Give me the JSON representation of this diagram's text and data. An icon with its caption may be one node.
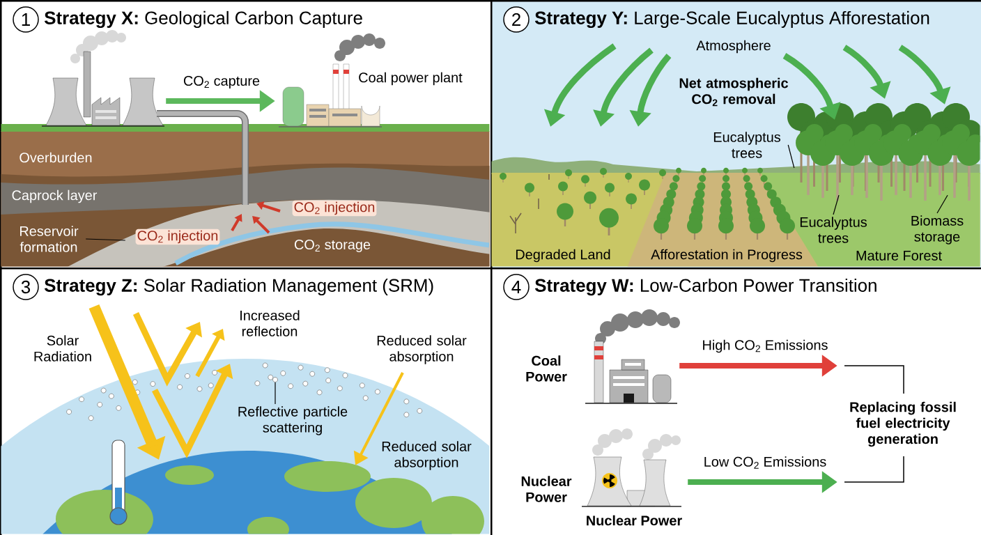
{
  "diagram": {
    "nodes": [
      {
        "text": [
          "1",
          "**Strategy X:** Geological Carbon Capture"
        ]
      },
      {
        "text": [],
        "shape": "picture",
        "in": 0
      },
      {
        "text": [],
        "shape": "picture",
        "in": 0,
        "beside": [
          "Coal power plant"
        ]
      },
      {
        "text": [
          "Reservoir formation"
        ],
        "in": 0
      },
      {
        "text": [
          "2",
          "**Strategy Y:** Large-Scale Eucalyptus Afforestation"
        ]
      },
      {
        "text": [
          "Eucalyptus trees"
        ],
        "in": 4
      },
      {
        "text": [
          "Eucalyptus trees"
        ],
        "in": 4
      },
      {
        "text": [
          "Biomass storage"
        ],
        "in": 4
      },
      {
        "text": [
          "3",
          "**Strategy Z:** Solar Radiation Management (SRM)"
        ]
      },
      {
        "text": [
          "Reflective particle scattering"
        ],
        "in": 8
      },
      {
        "text": [
          "4",
          "**Strategy W:** Low-Carbon Power Transition"
        ]
      },
      {
        "text": [],
        "shape": "picture",
        "in": 10,
        "beside": [
          "Coal Power"
        ]
      },
      {
        "text": [],
        "shape": "picture",
        "in": 10,
        "beside": [
          "Nuclear Power",
          "Nuclear Power"
        ]
      },
      {
        "text": [
          "Replacing fossil fuel electricity generation"
        ],
        "in": 10
      },
      {
        "text": [],
        "shape": "picture",
        "in": 0
      },
      {
        "text": [],
        "shape": "picture",
        "in": 4
      },
      {
        "text": [],
        "shape": "circle",
        "in": 8
      }
    ],
    "edges": [
      {
        "from": 1,
        "to": 2,
        "arrow": "to",
        "label": "CO$_{2}$ capture",
        "style": "thick",
        "color": "#5cb85c"
      },
      {
        "from": 3,
        "to": 14,
        "arrow": "none"
      },
      {
        "from": 5,
        "to": 15,
        "arrow": "none"
      },
      {
        "from": 6,
        "to": 15,
        "arrow": "none"
      },
      {
        "from": 7,
        "to": 15,
        "arrow": "none"
      },
      {
        "from": 9,
        "to": 16,
        "arrow": "none"
      },
      {
        "from": 11,
        "to": 13,
        "arrow": "to",
        "label": "High CO$_{2}$ Emissions",
        "style": "thick",
        "color": "#e0403a"
      },
      {
        "from": 12,
        "to": 13,
        "arrow": "to",
        "label": "Low CO$_{2}$ Emissions",
        "style": "thick",
        "color": "#4caf50"
      }
    ],
    "labels": [
      "Overburden",
      "Caprock layer",
      "CO$_{2}$ injection",
      "CO$_{2}$ injection",
      "CO$_{2}$ storage",
      "Atmosphere",
      "Net atmospheric CO$_{2}$ removal",
      "Degraded Land",
      "Afforestation in Progress",
      "Mature Forest",
      "Solar Radiation",
      "Increased reflection",
      "Reduced solar absorption",
      "Reduced solar absorption"
    ]
  }
}
